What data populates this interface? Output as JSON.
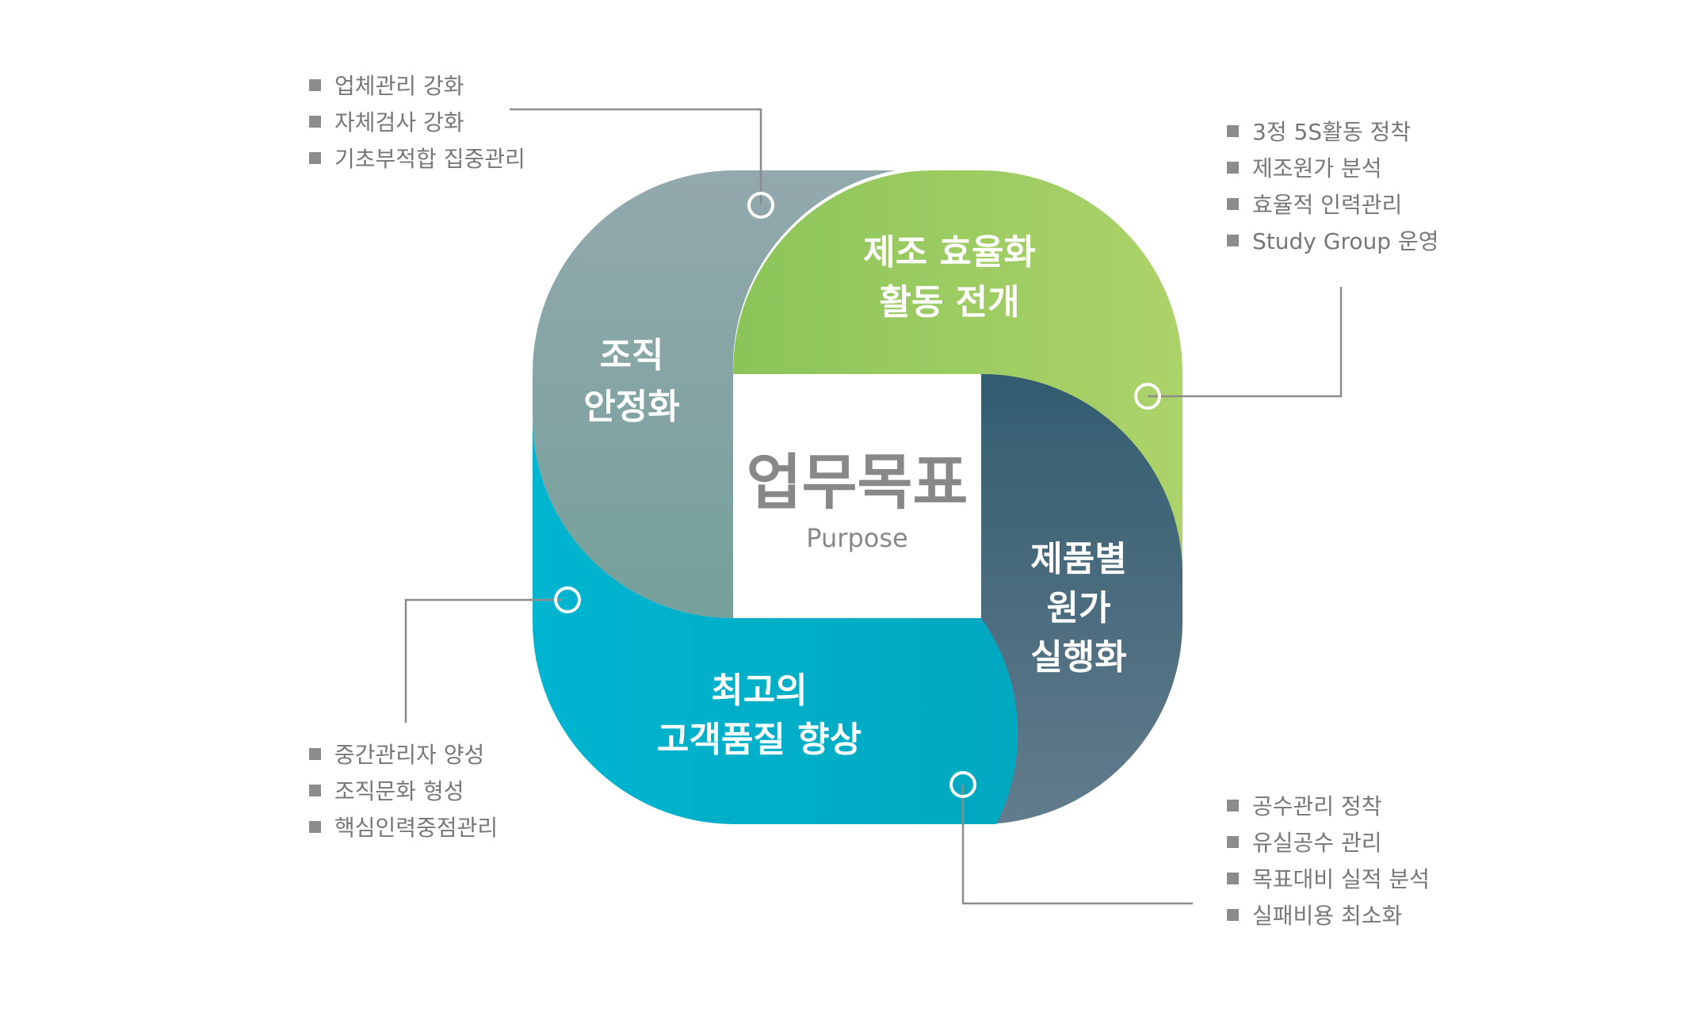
{
  "center": {
    "title": "업무목표",
    "subtitle": "Purpose"
  },
  "segments": {
    "top_left": {
      "lines": [
        "조직",
        "안정화"
      ],
      "color": "#82a3a6"
    },
    "top_right": {
      "lines": [
        "제조 효율화",
        "활동 전개"
      ],
      "color": "#9cc95e"
    },
    "bottom_right": {
      "lines": [
        "제품별",
        "원가",
        "실행화"
      ],
      "color": "#3e6276"
    },
    "bottom_left": {
      "lines": [
        "최고의",
        "고객품질 향상"
      ],
      "color": "#00b2cc"
    }
  },
  "callouts": {
    "top_left": [
      "업체관리 강화",
      "자체검사 강화",
      "기초부적합 집중관리"
    ],
    "top_right": [
      "3정 5S활동 정착",
      "제조원가 분석",
      "효율적 인력관리",
      "Study Group 운영"
    ],
    "bottom_left": [
      "중간관리자 양성",
      "조직문화 형성",
      "핵심인력중점관리"
    ],
    "bottom_right": [
      "공수관리 정착",
      "유실공수 관리",
      "목표대비 실적 분석",
      "실패비용 최소화"
    ]
  }
}
